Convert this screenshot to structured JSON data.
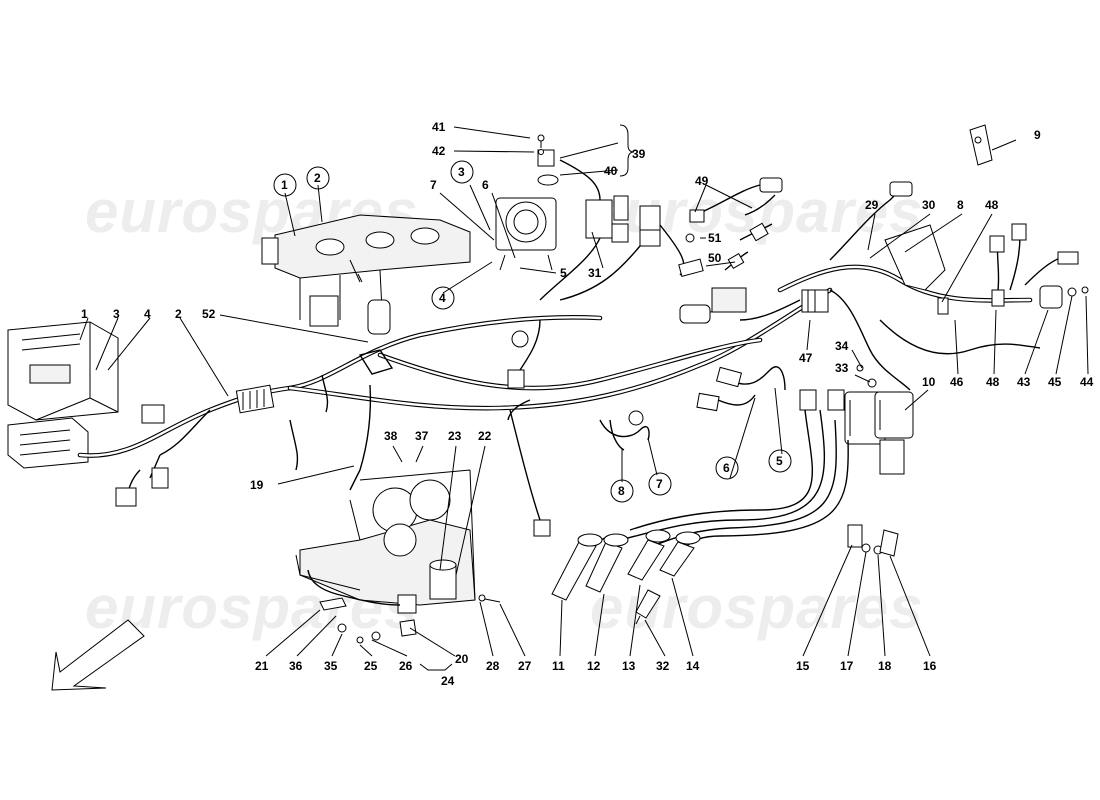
{
  "watermark": "eurospares",
  "callouts": {
    "c1": "1",
    "c2": "2",
    "c3": "3",
    "c4": "4",
    "c5": "5",
    "c6": "6",
    "c7": "7",
    "c8": "8",
    "c9": "9",
    "c10": "10",
    "c11": "11",
    "c12": "12",
    "c13": "13",
    "c14": "14",
    "c15": "15",
    "c16": "16",
    "c17": "17",
    "c18": "18",
    "c19": "19",
    "c20": "20",
    "c21": "21",
    "c22": "22",
    "c23": "23",
    "c24": "24",
    "c25": "25",
    "c26": "26",
    "c27": "27",
    "c28": "28",
    "c29": "29",
    "c30": "30",
    "c31": "31",
    "c32": "32",
    "c33": "33",
    "c34": "34",
    "c35": "35",
    "c36": "36",
    "c37": "37",
    "c38": "38",
    "c39": "39",
    "c40": "40",
    "c41": "41",
    "c42": "42",
    "c43": "43",
    "c44": "44",
    "c45": "45",
    "c46": "46",
    "c47": "47",
    "c48": "48",
    "c49": "49",
    "c50": "50",
    "c51": "51",
    "c52": "52"
  }
}
